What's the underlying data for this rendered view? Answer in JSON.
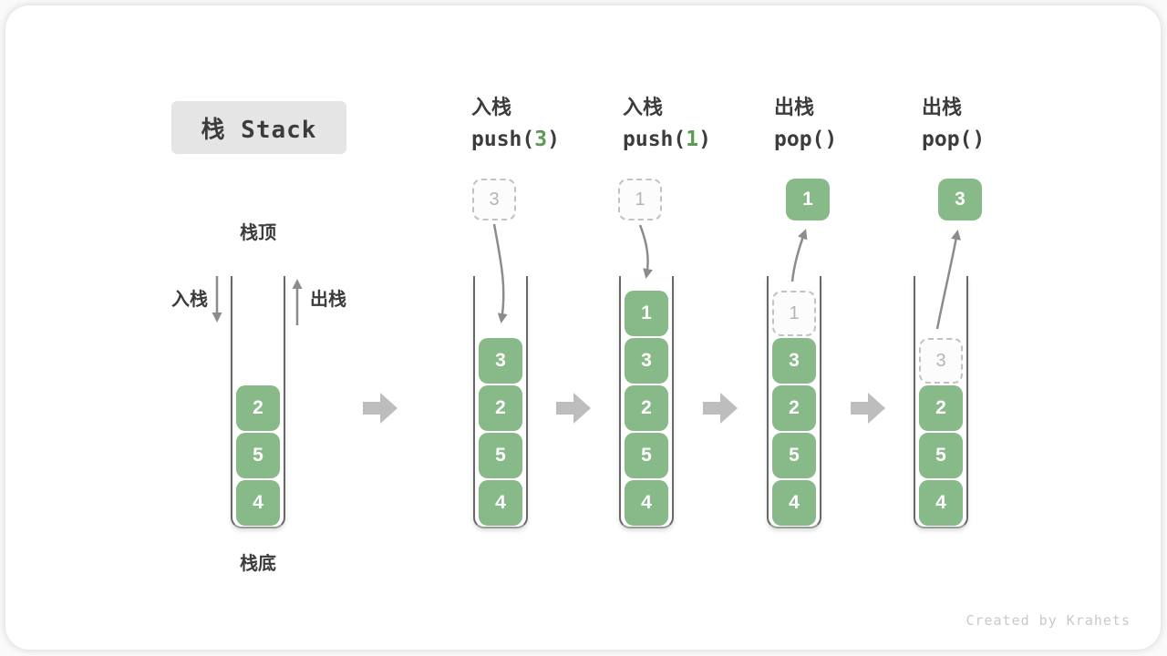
{
  "title": "栈 Stack",
  "labels": {
    "stack_top": "栈顶",
    "stack_bottom": "栈底",
    "push_side": "入栈",
    "pop_side": "出栈"
  },
  "watermark": "Created by Krahets",
  "colors": {
    "element_fill": "#88b988",
    "code_highlight": "#5b9b51",
    "block_arrow": "#bdbdbd",
    "flow_arrow": "#8c8c8c",
    "title_bg": "#e5e5e5",
    "dashed_border": "#c2c2c2",
    "text_dark": "#3c3c3c"
  },
  "stages": [
    {
      "name": "initial",
      "stack": [
        "2",
        "5",
        "4"
      ]
    },
    {
      "name": "push-3",
      "op": "入栈",
      "code_before": "push(",
      "code_value": "3",
      "code_after": ")",
      "incoming": "3",
      "stack": [
        "3",
        "2",
        "5",
        "4"
      ]
    },
    {
      "name": "push-1",
      "op": "入栈",
      "code_before": "push(",
      "code_value": "1",
      "code_after": ")",
      "incoming": "1",
      "stack": [
        "1",
        "3",
        "2",
        "5",
        "4"
      ]
    },
    {
      "name": "pop-1",
      "op": "出栈",
      "code_before": "pop(",
      "code_value": "",
      "code_after": ")",
      "outgoing": "1",
      "ghost": "1",
      "stack": [
        "3",
        "2",
        "5",
        "4"
      ]
    },
    {
      "name": "pop-3",
      "op": "出栈",
      "code_before": "pop(",
      "code_value": "",
      "code_after": ")",
      "outgoing": "3",
      "ghost": "3",
      "stack": [
        "2",
        "5",
        "4"
      ]
    }
  ]
}
